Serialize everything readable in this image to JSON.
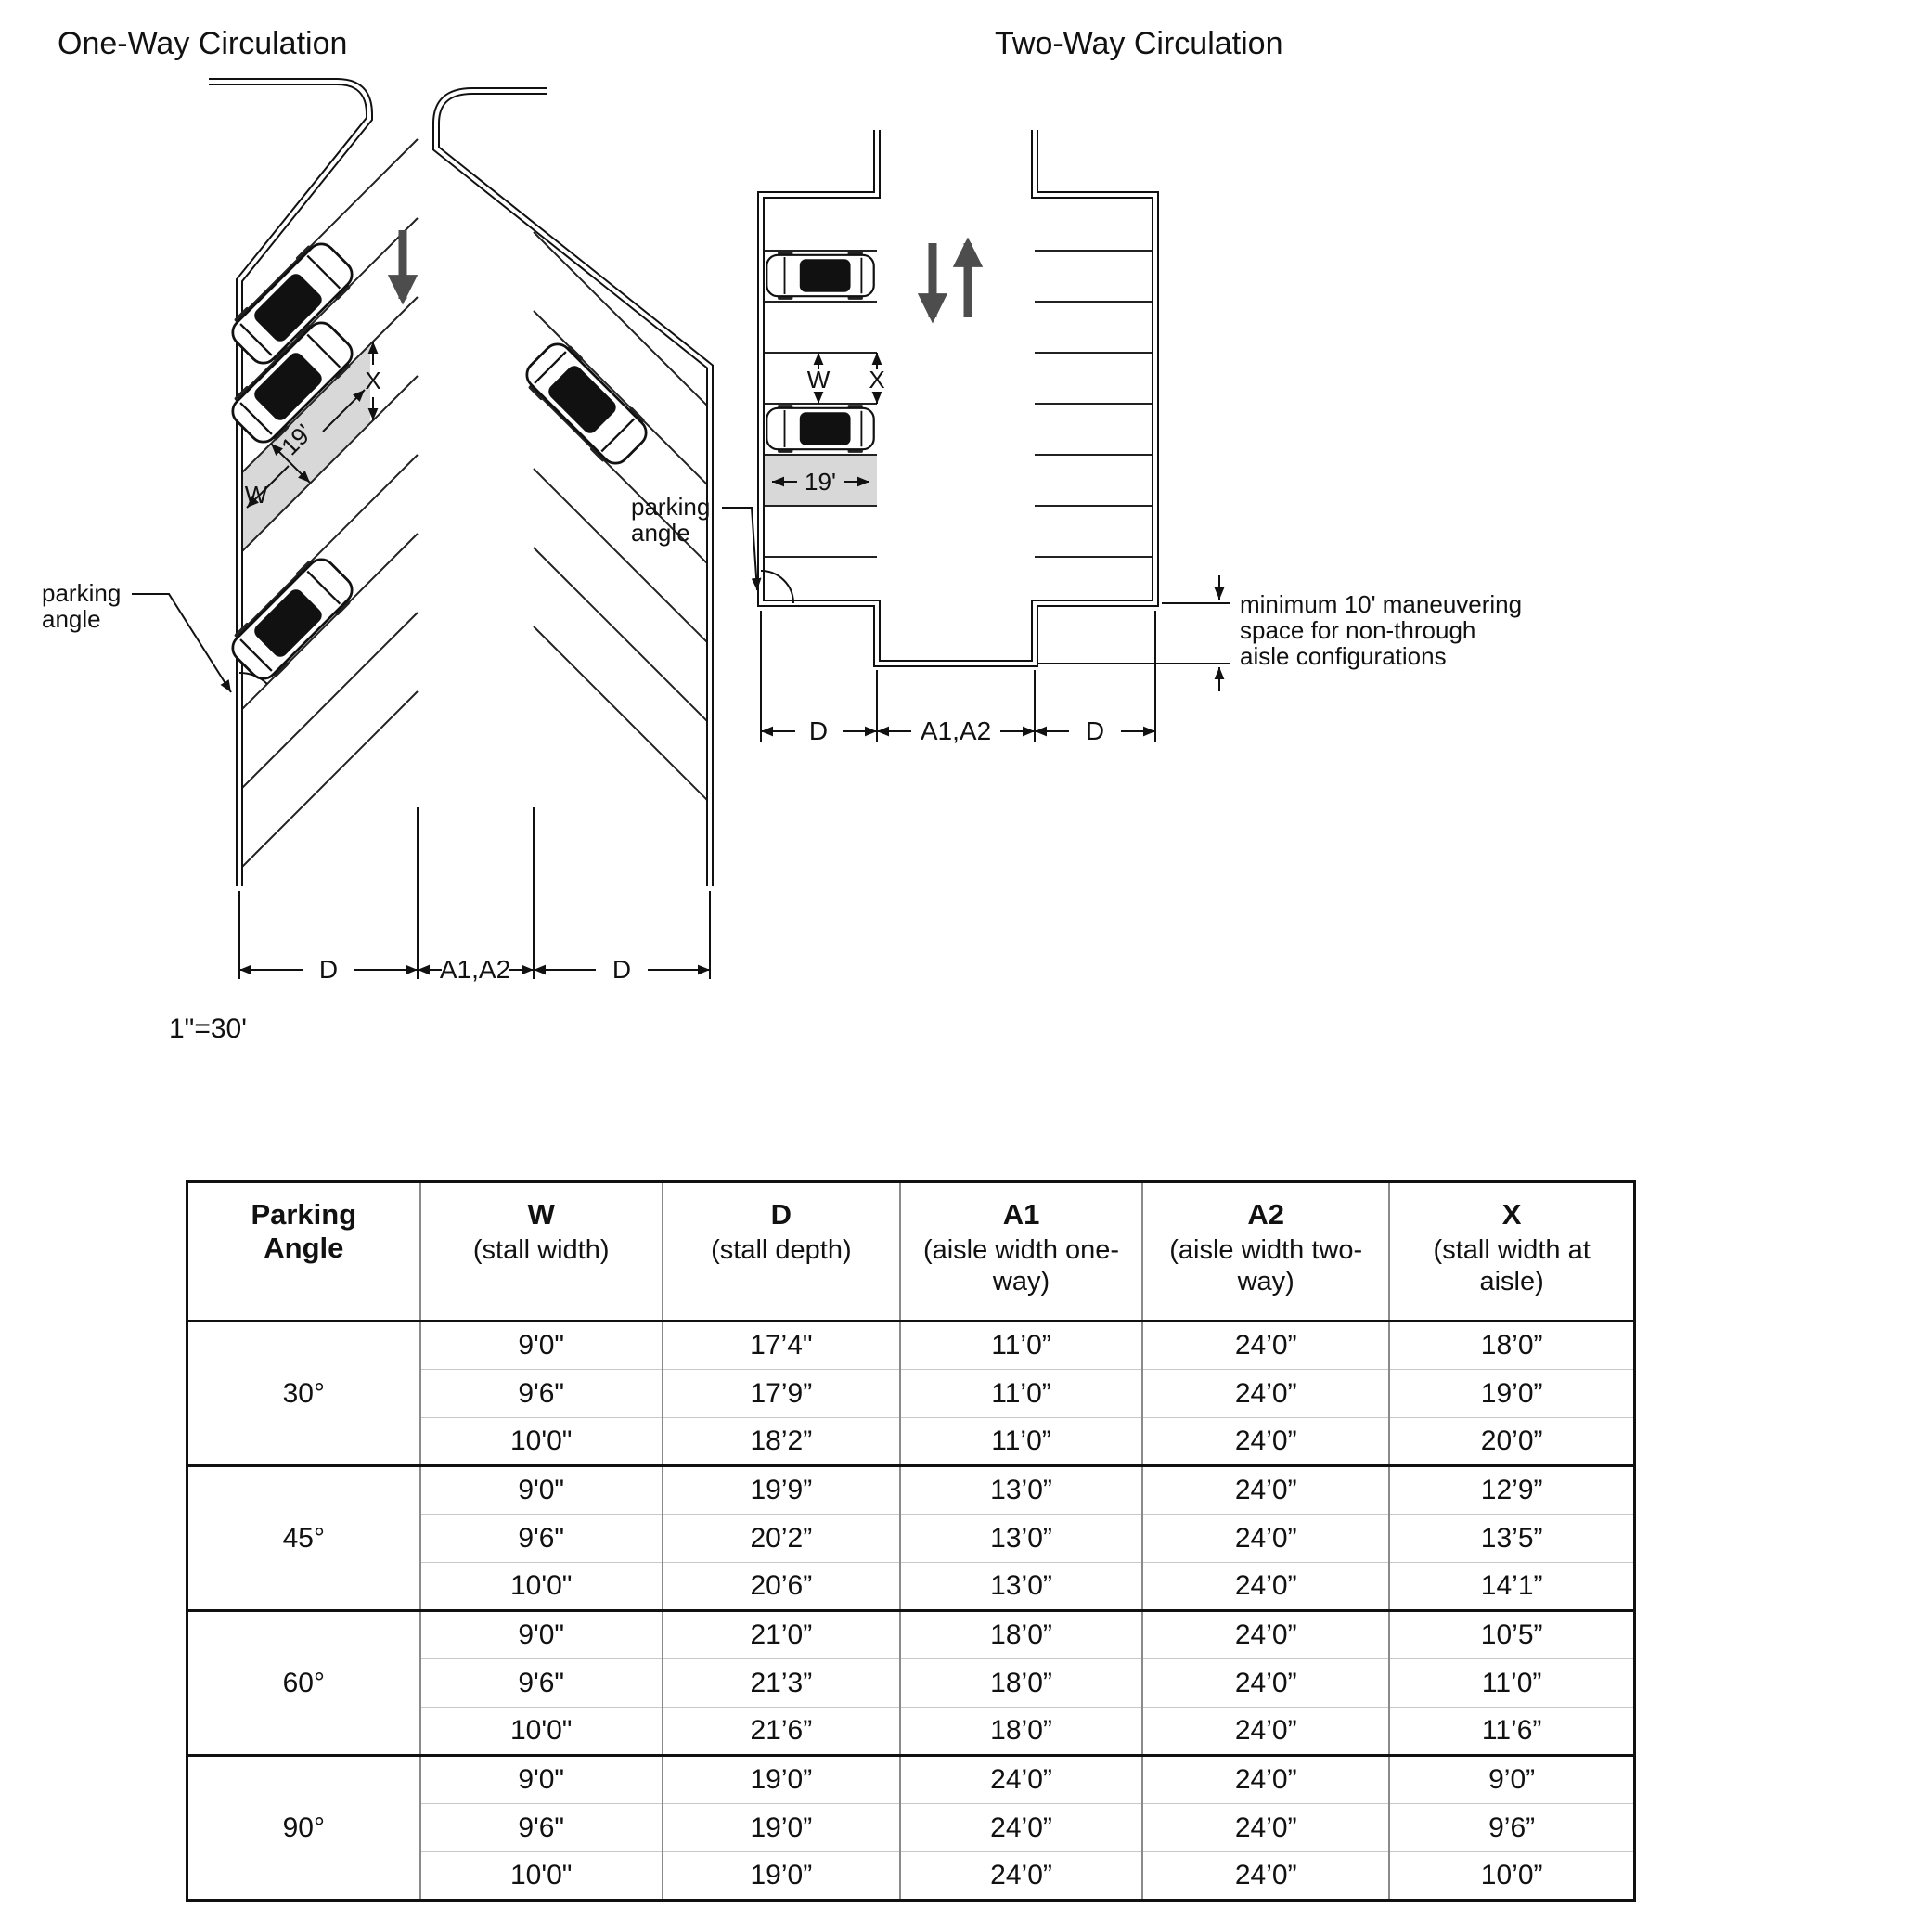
{
  "one_way": {
    "title": "One-Way Circulation",
    "scale": "1\"=30'",
    "stall_length": "19'",
    "x_label": "X",
    "w_label": "W",
    "angle_label_line1": "parking",
    "angle_label_line2": "angle",
    "dim_d_left": "D",
    "dim_aisle": "A1,A2",
    "dim_d_right": "D"
  },
  "two_way": {
    "title": "Two-Way Circulation",
    "stall_length": "19'",
    "x_label": "X",
    "w_label": "W",
    "angle_label_line1": "parking",
    "angle_label_line2": "angle",
    "note_line1": "minimum 10' maneuvering",
    "note_line2": "space for non-through",
    "note_line3": "aisle configurations",
    "dim_d_left": "D",
    "dim_aisle": "A1,A2",
    "dim_d_right": "D"
  },
  "table": {
    "headers": [
      {
        "main": "Parking Angle",
        "sub": ""
      },
      {
        "main": "W",
        "sub": "(stall width)"
      },
      {
        "main": "D",
        "sub": "(stall depth)"
      },
      {
        "main": "A1",
        "sub": "(aisle width one-way)"
      },
      {
        "main": "A2",
        "sub": "(aisle width two-way)"
      },
      {
        "main": "X",
        "sub": "(stall width at aisle)"
      }
    ],
    "groups": [
      {
        "angle": "30°",
        "rows": [
          [
            "9'0\"",
            "17’4\"",
            "11’0”",
            "24’0”",
            "18’0”"
          ],
          [
            "9'6\"",
            "17’9”",
            "11’0”",
            "24’0”",
            "19’0”"
          ],
          [
            "10'0\"",
            "18’2”",
            "11’0”",
            "24’0”",
            "20’0”"
          ]
        ]
      },
      {
        "angle": "45°",
        "rows": [
          [
            "9'0\"",
            "19’9”",
            "13’0”",
            "24’0”",
            "12’9”"
          ],
          [
            "9'6\"",
            "20’2”",
            "13’0”",
            "24’0”",
            "13’5”"
          ],
          [
            "10'0\"",
            "20’6”",
            "13’0”",
            "24’0”",
            "14’1”"
          ]
        ]
      },
      {
        "angle": "60°",
        "rows": [
          [
            "9'0\"",
            "21’0”",
            "18’0”",
            "24’0”",
            "10’5”"
          ],
          [
            "9'6\"",
            "21’3”",
            "18’0”",
            "24’0”",
            "11’0”"
          ],
          [
            "10'0\"",
            "21’6”",
            "18’0”",
            "24’0”",
            "11’6”"
          ]
        ]
      },
      {
        "angle": "90°",
        "rows": [
          [
            "9'0\"",
            "19’0”",
            "24’0”",
            "24’0”",
            "9’0”"
          ],
          [
            "9'6\"",
            "19’0”",
            "24’0”",
            "24’0”",
            "9’6”"
          ],
          [
            "10'0\"",
            "19’0”",
            "24’0”",
            "24’0”",
            "10’0”"
          ]
        ]
      }
    ]
  }
}
